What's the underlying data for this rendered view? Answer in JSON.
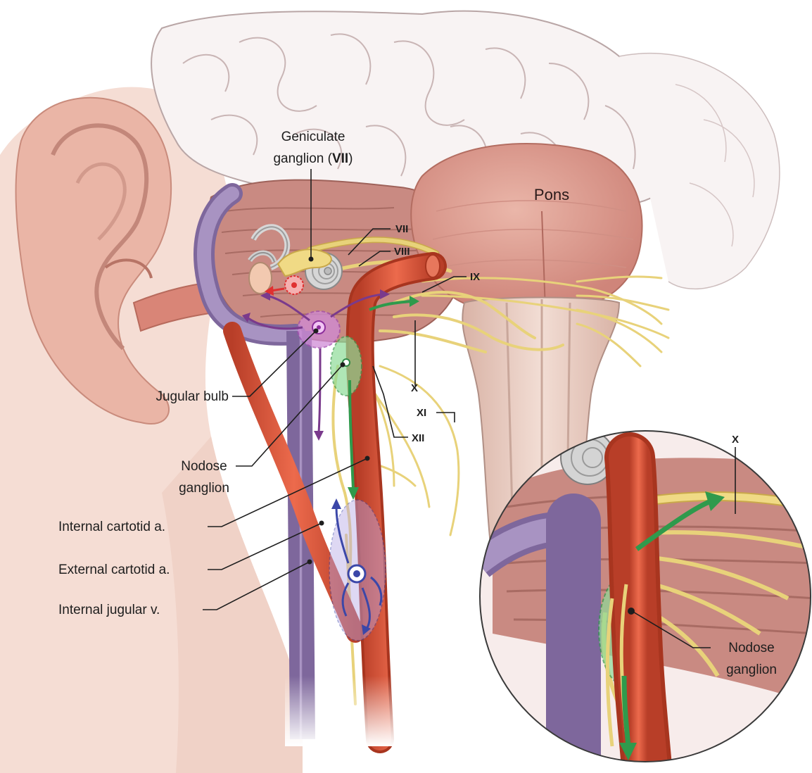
{
  "labels": {
    "geniculate_line1": "Geniculate",
    "geniculate_line2": "ganglion (",
    "geniculate_numeral": "VII",
    "geniculate_close": ")",
    "pons": "Pons",
    "nerve_vii": "VII",
    "nerve_viii": "VIII",
    "nerve_ix": "IX",
    "nerve_x": "X",
    "nerve_xi": "XI",
    "nerve_xii": "XII",
    "jugular_bulb": "Jugular bulb",
    "nodose_line1": "Nodose",
    "nodose_line2": "ganglion",
    "internal_carotid": "Internal cartotid a.",
    "external_carotid": "External cartotid a.",
    "internal_jugular": "Internal jugular v.",
    "inset_x": "X",
    "inset_nodose_line1": "Nodose",
    "inset_nodose_line2": "ganglion"
  },
  "colors": {
    "artery": "#d9553a",
    "vein": "#9c86b8",
    "nerve": "#e8d27a",
    "skin": "#f3d9cf",
    "brain": "#f6eeee",
    "cerebellum": "#c98a82",
    "pons": "#e2a89c",
    "brainstem": "#e8c9bc",
    "ganglion_highlight": "#7fd68a",
    "bulb_highlight": "#c77ad0",
    "arrow_green": "#2f9a4c",
    "arrow_purple": "#7a3a8c",
    "arrow_blue": "#3b47a8",
    "arrow_red": "#e03030"
  }
}
